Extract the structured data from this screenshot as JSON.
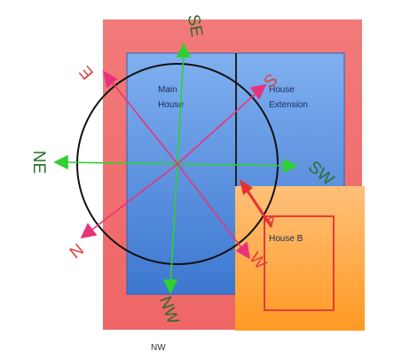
{
  "labels": {
    "main_house": [
      "Main",
      "House"
    ],
    "house_extension": [
      "House",
      "Extension"
    ],
    "house_b": "House B",
    "bottom_label": "NW",
    "marker": "A"
  },
  "compass": {
    "green_labels": {
      "top": "SE",
      "left": "NE",
      "right": "SW",
      "bottom": "NW"
    },
    "pink_labels": {
      "upper_left": "E",
      "upper_right": "S",
      "lower_left": "N",
      "lower_right": "W"
    }
  },
  "colors": {
    "lot": "#f26f6f",
    "house_blue": "#5a8fdc",
    "house_b_orange": "#ffa233",
    "green_arrow": "#2fd02f",
    "green_label": "#2a6e2a",
    "pink_arrow": "#e8337c",
    "pink_label": "#e23d3d",
    "red_marker": "#e83030"
  }
}
